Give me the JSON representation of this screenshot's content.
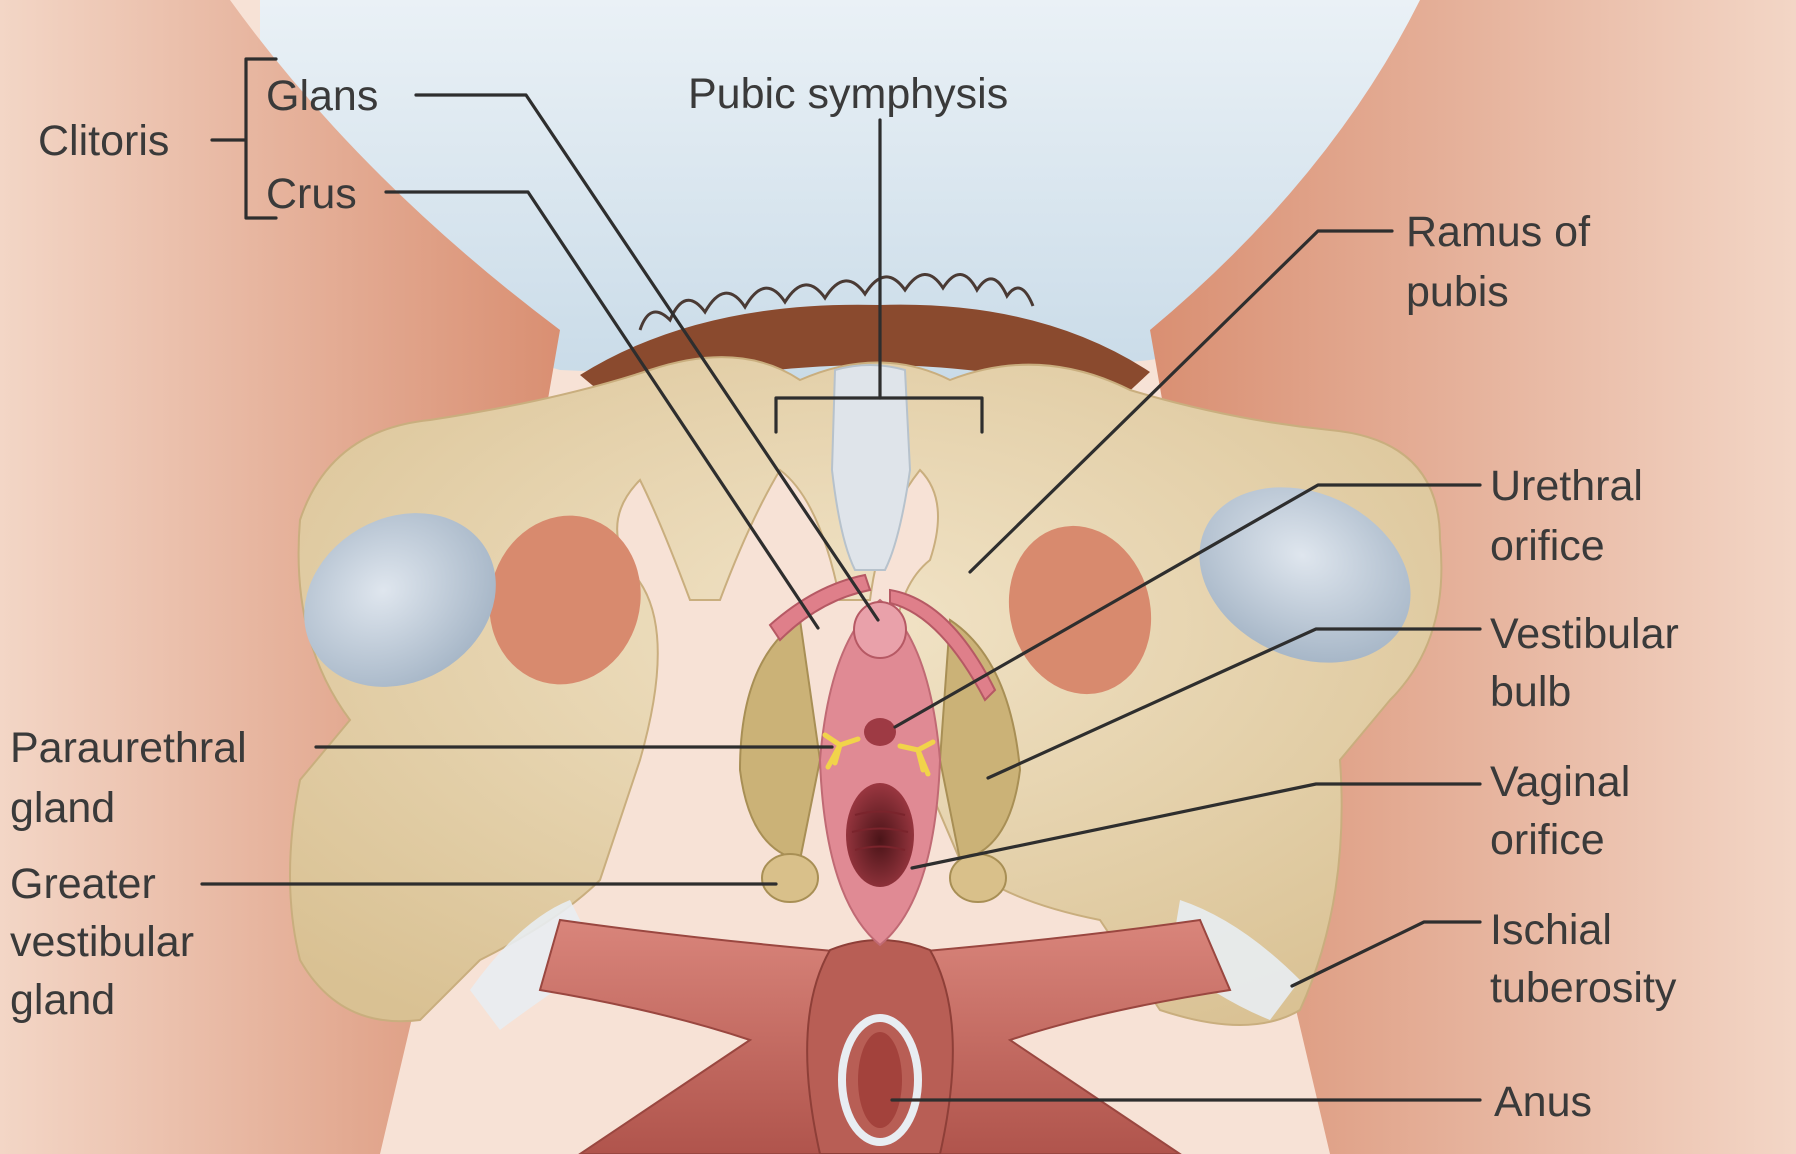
{
  "labels": {
    "clitoris": "Clitoris",
    "glans": "Glans",
    "crus": "Crus",
    "pubic_symphysis": "Pubic symphysis",
    "ramus_of_pubis": [
      "Ramus of",
      "pubis"
    ],
    "urethral_orifice": [
      "Urethral",
      "orifice"
    ],
    "vestibular_bulb": [
      "Vestibular",
      "bulb"
    ],
    "vaginal_orifice": [
      "Vaginal",
      "orifice"
    ],
    "ischial_tuberosity": [
      "Ischial",
      "tuberosity"
    ],
    "anus": "Anus",
    "paraurethral_gland": [
      "Paraurethral",
      "gland"
    ],
    "greater_vestibular_gland": [
      "Greater",
      "vestibular",
      "gland"
    ]
  },
  "colors": {
    "sky": "#d6e4ee",
    "skin": "#e9b8a0",
    "bone": "#e8d6b4",
    "cartilage": "#c9d3dd",
    "muscle": "#c8665e",
    "mucosa": "#e08a94",
    "gland": "#cbb277",
    "leader_line": "#2e2e2e",
    "label_text": "#3a3a3a"
  }
}
